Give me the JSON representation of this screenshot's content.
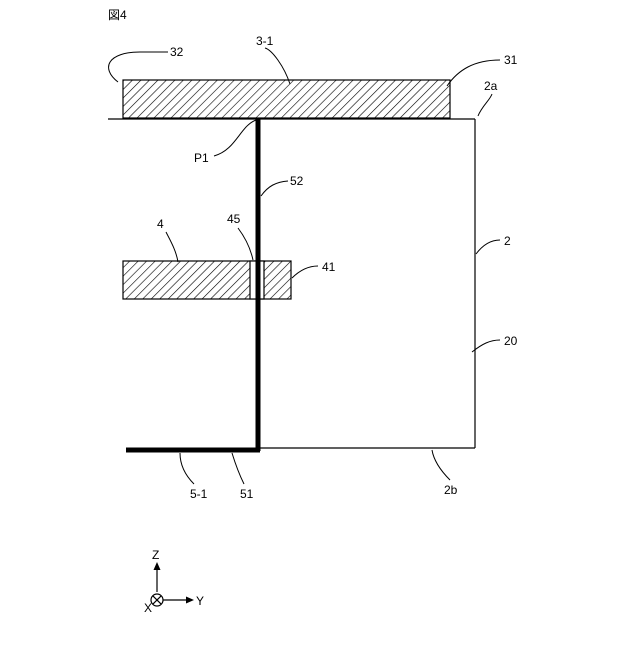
{
  "figure_label": "図4",
  "labels": {
    "l32": "32",
    "l3_1": "3-1",
    "l31": "31",
    "l2a": "2a",
    "lP1": "P1",
    "l52": "52",
    "l4": "4",
    "l45": "45",
    "l41": "41",
    "l2": "2",
    "l20": "20",
    "l5_1": "5-1",
    "l51": "51",
    "l2b": "2b"
  },
  "axes": {
    "z": "Z",
    "x": "X",
    "y": "Y"
  }
}
